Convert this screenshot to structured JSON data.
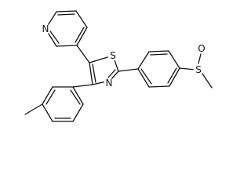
{
  "structure": {
    "atoms": {
      "pyridine_nitrogen": "N",
      "thiazole_sulfur": "S",
      "thiazole_nitrogen": "N",
      "sulfoxide_sulfur": "S",
      "sulfoxide_oxygen": "O"
    },
    "colors": {
      "bond": "#111111",
      "background": "#ffffff"
    }
  }
}
